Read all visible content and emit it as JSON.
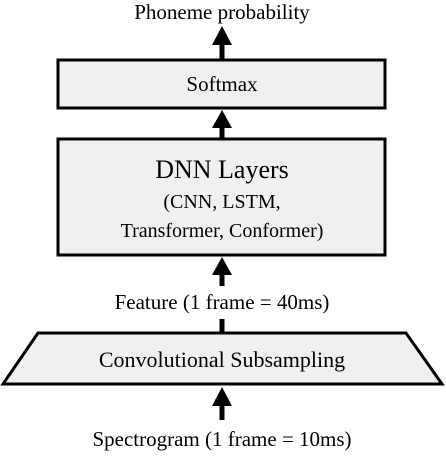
{
  "diagram": {
    "output_label": "Phoneme probability",
    "softmax_label": "Softmax",
    "dnn": {
      "title": "DNN Layers",
      "line1": "(CNN, LSTM,",
      "line2": "Transformer, Conformer)"
    },
    "feature_label": "Feature (1 frame = 40ms)",
    "subsampling_label": "Convolutional Subsampling",
    "input_label": "Spectrogram (1 frame = 10ms)"
  },
  "colors": {
    "box_fill": "#f0f0f0",
    "stroke": "#000000",
    "text": "#000000",
    "background": "#ffffff"
  }
}
